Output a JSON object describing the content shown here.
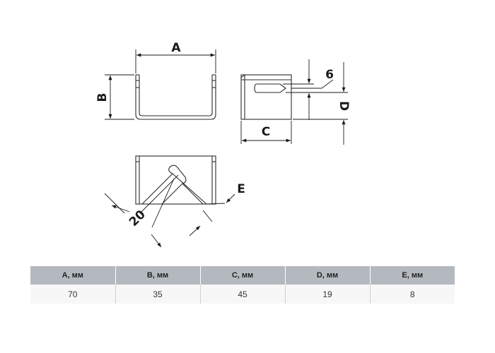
{
  "dimension_labels": {
    "a": "A",
    "b": "B",
    "c": "C",
    "d": "D",
    "e": "E",
    "slot_width": "6",
    "slot_angle_length": "20"
  },
  "table": {
    "headers": [
      "A, мм",
      "B, мм",
      "C, мм",
      "D, мм",
      "E, мм"
    ],
    "rows": [
      [
        "70",
        "35",
        "45",
        "19",
        "8"
      ]
    ]
  },
  "colors": {
    "line": "#2a2a2a",
    "header_bg": "#b4b9bf",
    "row_bg": "#f7f7f7"
  }
}
